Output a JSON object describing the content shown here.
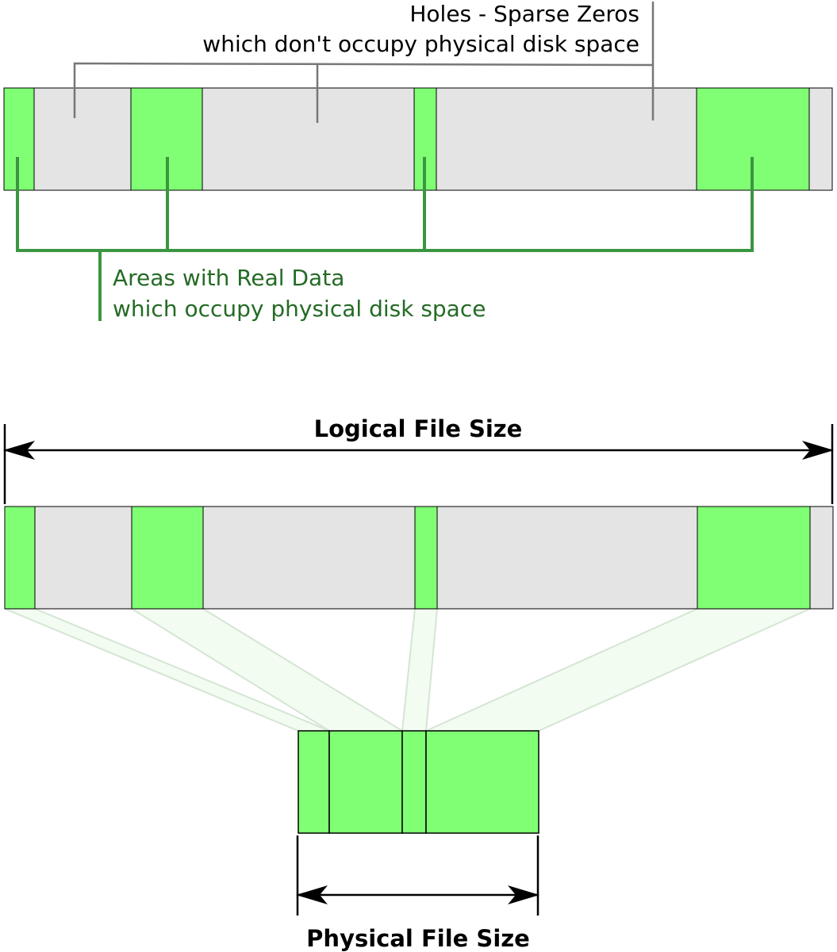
{
  "holes_label": {
    "line1": "Holes - Sparse Zeros",
    "line2": "which don't occupy physical disk space"
  },
  "data_label": {
    "line1": "Areas with Real Data",
    "line2": "which occupy physical disk space"
  },
  "logical_size_label": "Logical File Size",
  "physical_size_label": "Physical File Size",
  "colors": {
    "data_block": "#80ff74",
    "hole": "#e4e4e4",
    "data_bracket": "#3a9640",
    "data_text": "#246b25",
    "hole_bracket": "#777777",
    "mapping_fill": "#f2fcf1",
    "mapping_edge": "#d5e5d4"
  }
}
